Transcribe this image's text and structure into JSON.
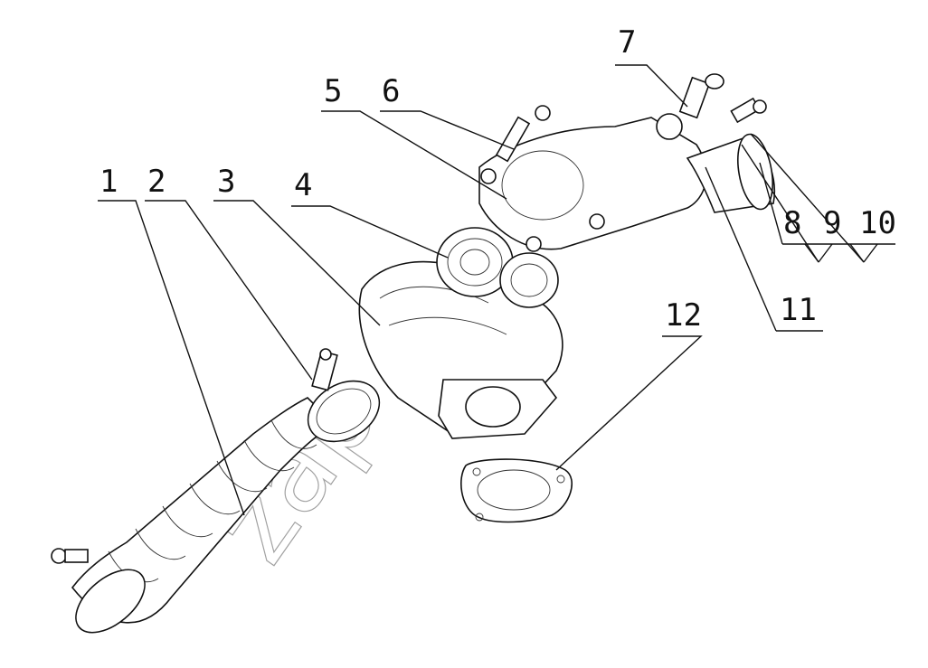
{
  "callouts": [
    {
      "id": "1",
      "label": "1"
    },
    {
      "id": "2",
      "label": "2"
    },
    {
      "id": "3",
      "label": "3"
    },
    {
      "id": "4",
      "label": "4"
    },
    {
      "id": "5",
      "label": "5"
    },
    {
      "id": "6",
      "label": "6"
    },
    {
      "id": "7",
      "label": "7"
    },
    {
      "id": "8",
      "label": "8"
    },
    {
      "id": "9",
      "label": "9"
    },
    {
      "id": "10",
      "label": "10"
    },
    {
      "id": "11",
      "label": "11"
    },
    {
      "id": "12",
      "label": "12"
    }
  ],
  "watermark": "zap"
}
